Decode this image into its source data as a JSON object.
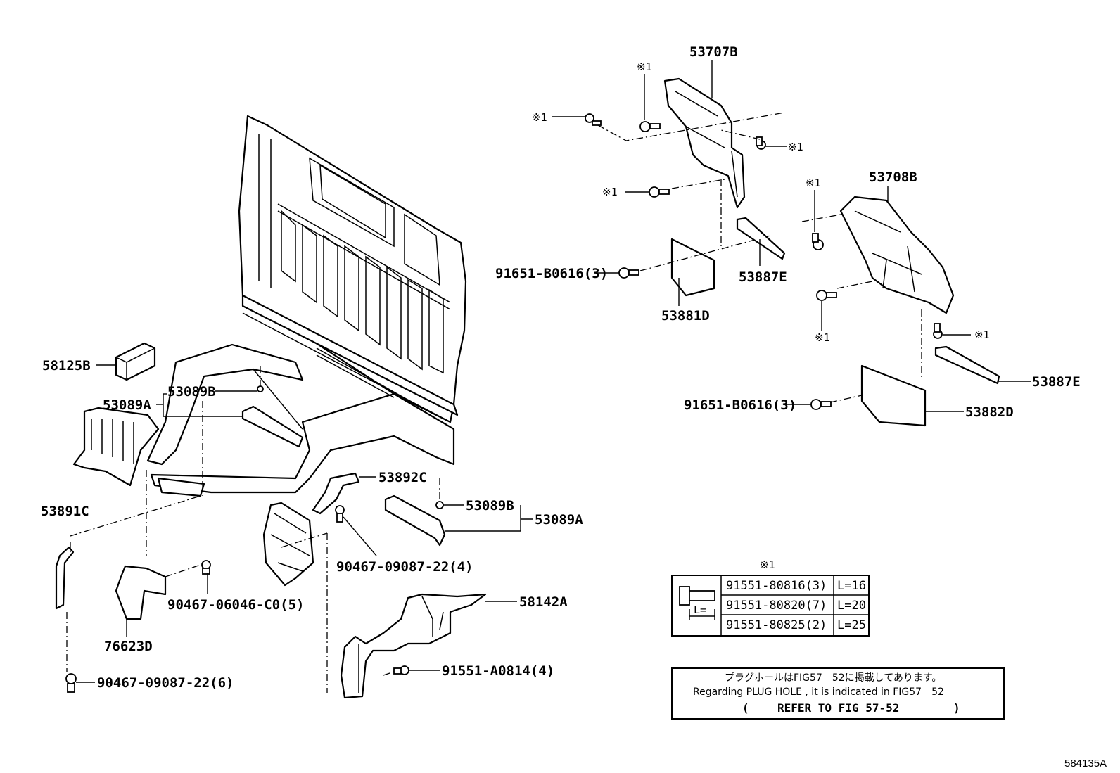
{
  "labels": {
    "p53707B": "53707B",
    "p53708B": "53708B",
    "p53887E_top": "53887E",
    "p53887E_right": "53887E",
    "p53881D": "53881D",
    "p53882D": "53882D",
    "p91651_top": "91651-B0616(3)",
    "p91651_right": "91651-B0616(3)",
    "p58125B": "58125B",
    "p53089A_left": "53089A",
    "p53089B_left": "53089B",
    "p53892C": "53892C",
    "p53089B_right": "53089B",
    "p53089A_right": "53089A",
    "p53891C": "53891C",
    "p90467_09087_4": "90467-09087-22(4)",
    "p90467_06046": "90467-06046-C0(5)",
    "p76623D": "76623D",
    "p58142A": "58142A",
    "p91551_A0814": "91551-A0814(4)",
    "p90467_09087_6": "90467-09087-22(6)"
  },
  "mark": "※1",
  "mark_table": {
    "header": "※1",
    "rows": [
      {
        "part": "91551-80816(3)",
        "length": "L=16"
      },
      {
        "part": "91551-80820(7)",
        "length": "L=20"
      },
      {
        "part": "91551-80825(2)",
        "length": "L=25"
      }
    ],
    "dim_label": "L="
  },
  "note": {
    "line_jp": "プラグホールはFIG57－52に掲載してあります。",
    "line_en": "Regarding PLUG HOLE , it is indicated in FIG57－52",
    "ref_open": "(",
    "ref_text": "REFER TO FIG 57-52",
    "ref_close": ")"
  },
  "figure_id": "584135A"
}
